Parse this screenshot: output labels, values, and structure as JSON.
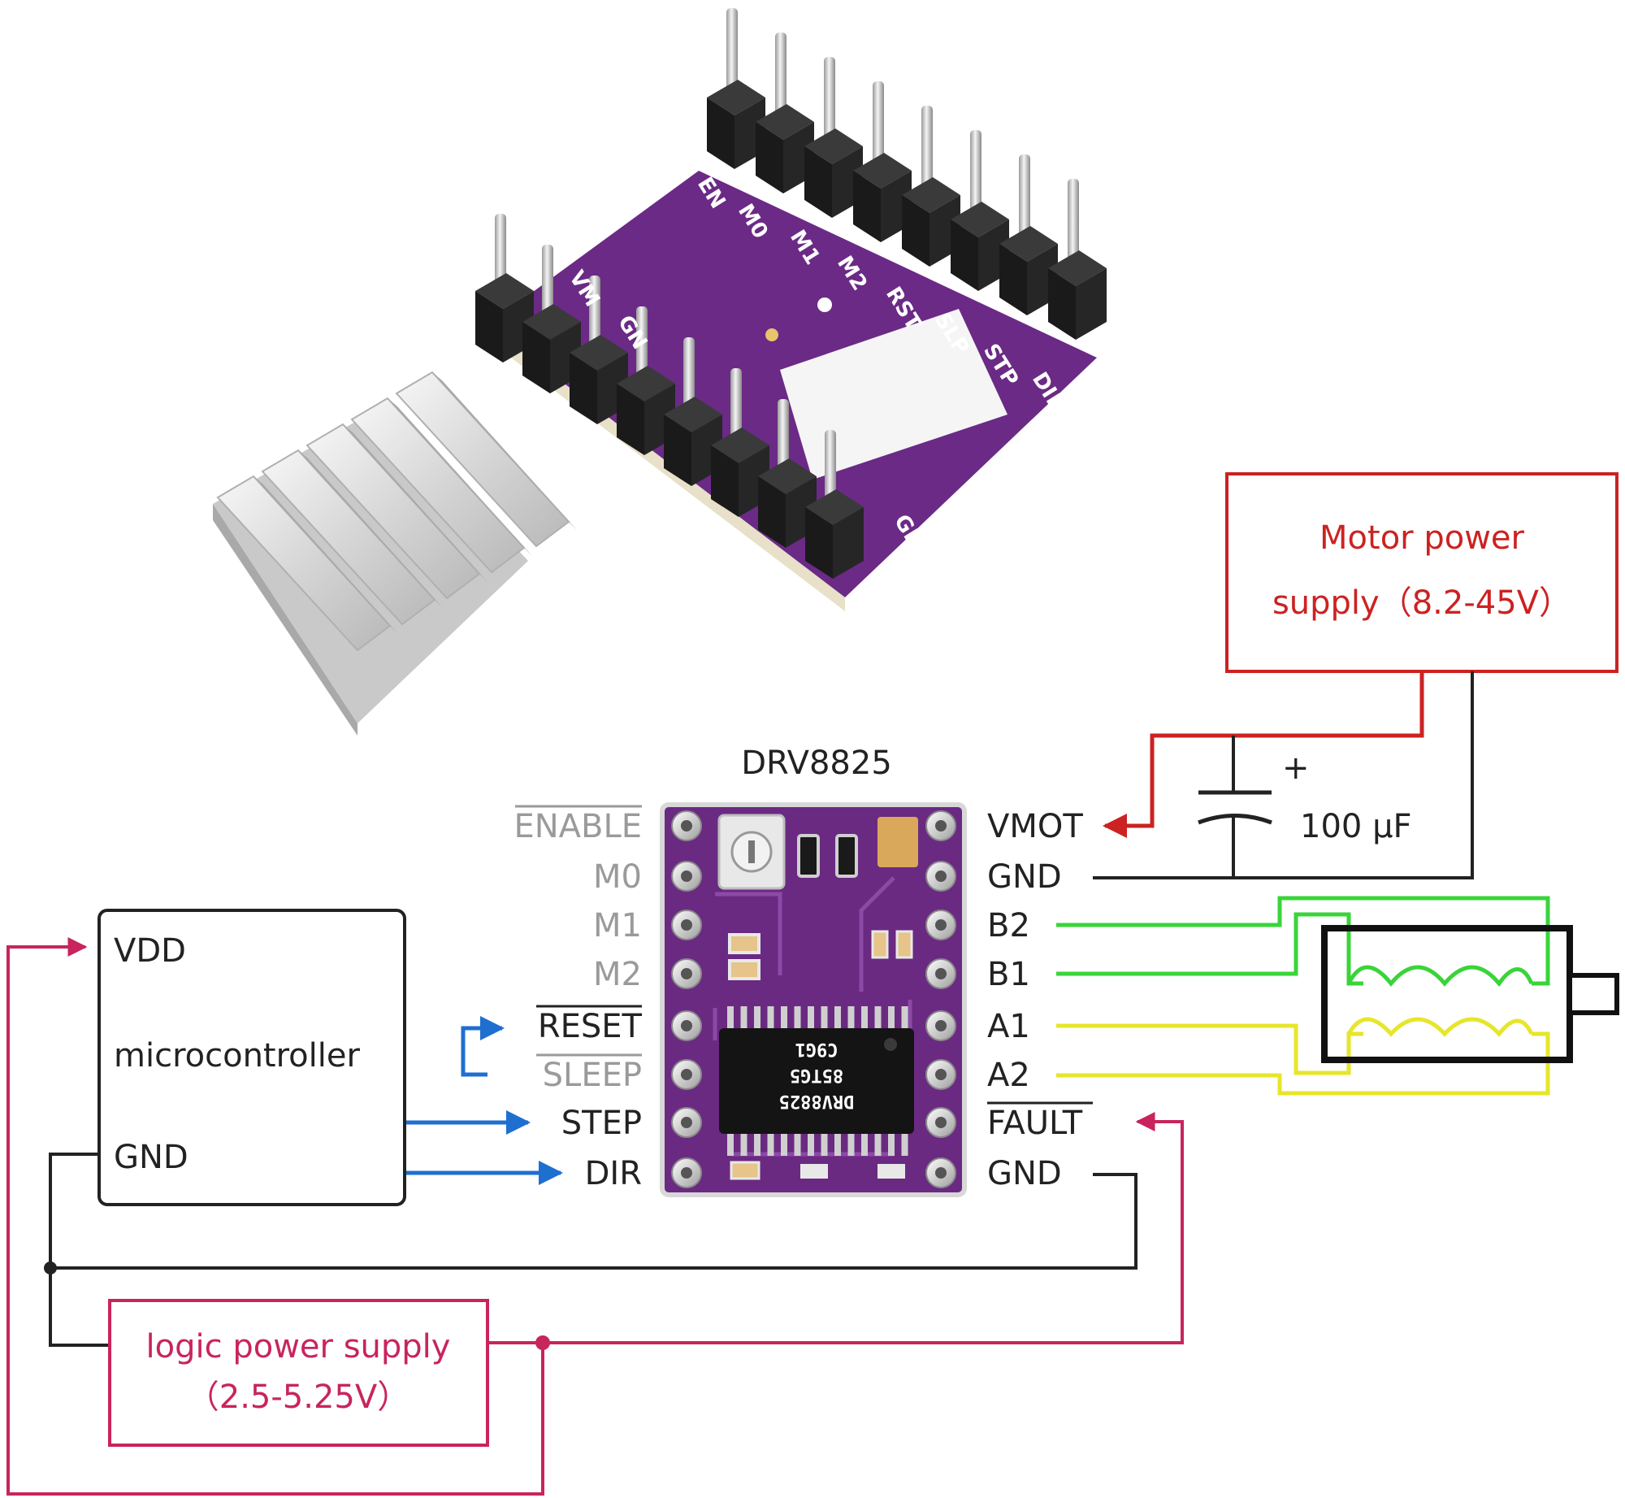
{
  "board_silkscreen": {
    "top_row": [
      "EN",
      "M0",
      "M1",
      "M2",
      "RST",
      "SLP",
      "STP",
      "DIR"
    ],
    "left_labels": [
      "VM",
      "GN"
    ],
    "right_label": "GND"
  },
  "module_title": "DRV8825",
  "chip_marking": [
    "C9G1",
    "85TG5",
    "DRV8825"
  ],
  "left_pins": [
    {
      "label": "ENABLE",
      "overline": true,
      "color": "#9a9a9a"
    },
    {
      "label": "M0",
      "overline": false,
      "color": "#9a9a9a"
    },
    {
      "label": "M1",
      "overline": false,
      "color": "#9a9a9a"
    },
    {
      "label": "M2",
      "overline": false,
      "color": "#9a9a9a"
    },
    {
      "label": "RESET",
      "overline": true,
      "color": "#222222"
    },
    {
      "label": "SLEEP",
      "overline": true,
      "color": "#9a9a9a"
    },
    {
      "label": "STEP",
      "overline": false,
      "color": "#222222"
    },
    {
      "label": "DIR",
      "overline": false,
      "color": "#222222"
    }
  ],
  "right_pins": [
    {
      "label": "VMOT",
      "overline": false
    },
    {
      "label": "GND",
      "overline": false
    },
    {
      "label": "B2",
      "overline": false
    },
    {
      "label": "B1",
      "overline": false
    },
    {
      "label": "A1",
      "overline": false
    },
    {
      "label": "A2",
      "overline": false
    },
    {
      "label": "FAULT",
      "overline": true
    },
    {
      "label": "GND",
      "overline": false
    }
  ],
  "motor_power": {
    "line1": "Motor power",
    "line2": "supply（8.2-45V）"
  },
  "capacitor": {
    "plus": "+",
    "value": "100 µF"
  },
  "microcontroller": {
    "vdd": "VDD",
    "name": "microcontroller",
    "gnd": "GND"
  },
  "logic_power": {
    "line1": "logic power supply",
    "line2": "（2.5-5.25V）"
  },
  "colors": {
    "motor_power": "#cc2222",
    "logic_power": "#c8245e",
    "signal": "#1e6fd0",
    "coil_b": "#3ad43a",
    "coil_a": "#e6e62a",
    "ground": "#222222",
    "pcb": "#6b2a86"
  }
}
